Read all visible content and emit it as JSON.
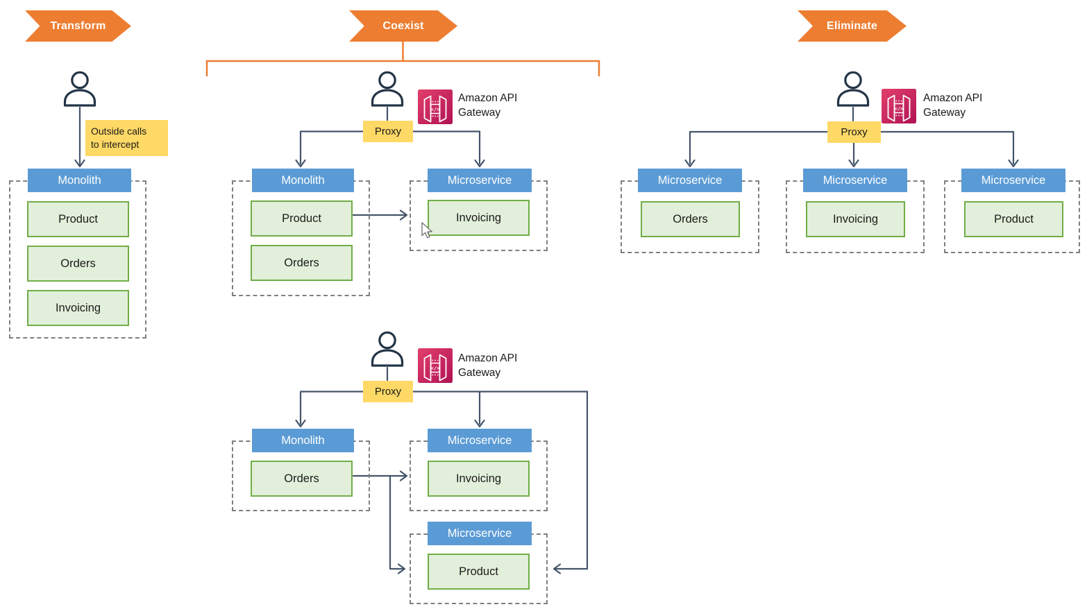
{
  "banners": {
    "transform": "Transform",
    "coexist": "Coexist",
    "eliminate": "Eliminate"
  },
  "note": {
    "line1": "Outside calls",
    "line2": "to intercept"
  },
  "gateway_label": {
    "line1": "Amazon API",
    "line2": "Gateway"
  },
  "proxy_label": "Proxy",
  "transform": {
    "monolith": {
      "title": "Monolith",
      "modules": [
        "Product",
        "Orders",
        "Invoicing"
      ]
    }
  },
  "coexist_top": {
    "monolith": {
      "title": "Monolith",
      "modules": [
        "Product",
        "Orders"
      ]
    },
    "microservice": {
      "title": "Microservice",
      "modules": [
        "Invoicing"
      ]
    }
  },
  "coexist_bottom": {
    "monolith": {
      "title": "Monolith",
      "modules": [
        "Orders"
      ]
    },
    "microservice_invoicing": {
      "title": "Microservice",
      "modules": [
        "Invoicing"
      ]
    },
    "microservice_product": {
      "title": "Microservice",
      "modules": [
        "Product"
      ]
    }
  },
  "eliminate": {
    "microservices": [
      {
        "title": "Microservice",
        "module": "Orders"
      },
      {
        "title": "Microservice",
        "module": "Invoicing"
      },
      {
        "title": "Microservice",
        "module": "Product"
      }
    ]
  },
  "colors": {
    "stage_arrow_orange": "#ED7D31",
    "header_blue": "#5B9BD5",
    "module_fill": "#E2EFDA",
    "module_border": "#70AD47",
    "note_yellow": "#FFD966",
    "connector": "#44546A",
    "dashed_border": "#7F7F7F",
    "gateway_gradient_start": "#E2406B",
    "gateway_gradient_end": "#B01254"
  }
}
